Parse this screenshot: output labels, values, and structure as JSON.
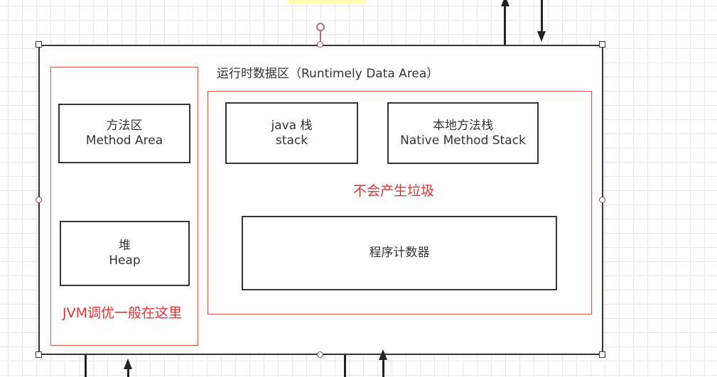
{
  "diagram": {
    "title": "运行时数据区（Runtimely Data Area）",
    "method_area": {
      "line1": "方法区",
      "line2": "Method Area"
    },
    "heap": {
      "line1": "堆",
      "line2": "Heap"
    },
    "heap_group_note": "JVM调优一般在这里",
    "java_stack": {
      "line1": "java 栈",
      "line2": "stack"
    },
    "native_stack": {
      "line1": "本地方法栈",
      "line2": "Native Method Stack"
    },
    "no_garbage_note": "不会产生垃圾",
    "program_counter": "程序计数器"
  },
  "colors": {
    "outer_border": "#3d2f2f",
    "box_border": "#333333",
    "red_frame": "#e0504c",
    "red_text": "#e8312f",
    "grid": "#e6e6e6"
  }
}
